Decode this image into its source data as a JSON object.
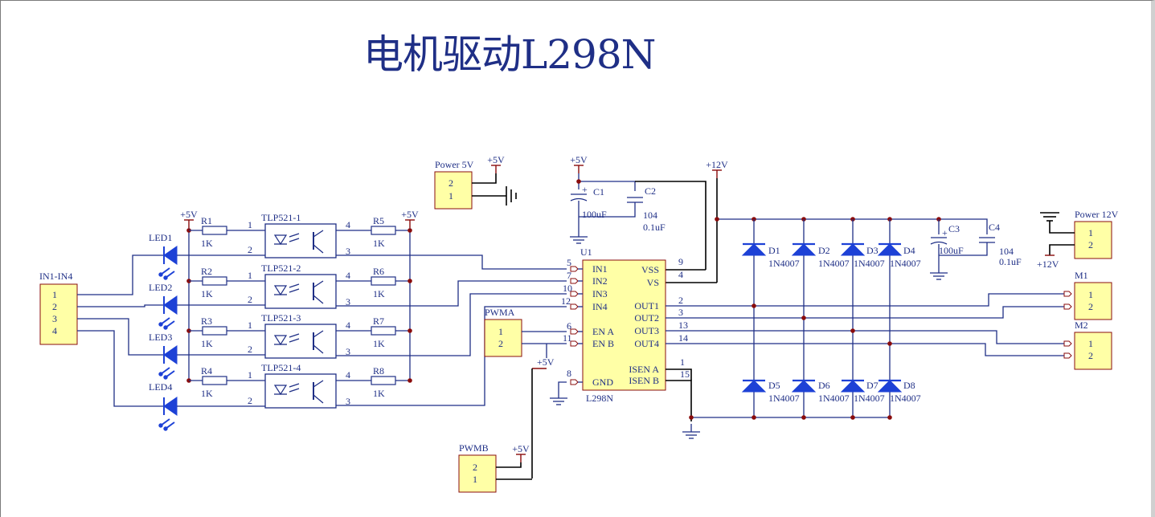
{
  "title": "电机驱动L298N",
  "connectors": {
    "in": {
      "name": "IN1-IN4",
      "pins": [
        "1",
        "2",
        "3",
        "4"
      ]
    },
    "power5v": {
      "name": "Power 5V",
      "pins": [
        "2",
        "1"
      ]
    },
    "power12v": {
      "name": "Power 12V",
      "pins": [
        "1",
        "2"
      ]
    },
    "pwma": {
      "name": "PWMA",
      "pins": [
        "1",
        "2"
      ]
    },
    "pwmb": {
      "name": "PWMB",
      "pins": [
        "2",
        "1"
      ]
    },
    "m1": {
      "name": "M1",
      "pins": [
        "1",
        "2"
      ]
    },
    "m2": {
      "name": "M2",
      "pins": [
        "1",
        "2"
      ]
    }
  },
  "nets": {
    "p5": "+5V",
    "p12": "+12V"
  },
  "leds": [
    "LED1",
    "LED2",
    "LED3",
    "LED4"
  ],
  "resistors_in": [
    {
      "ref": "R1",
      "val": "1K"
    },
    {
      "ref": "R2",
      "val": "1K"
    },
    {
      "ref": "R3",
      "val": "1K"
    },
    {
      "ref": "R4",
      "val": "1K"
    }
  ],
  "resistors_out": [
    {
      "ref": "R5",
      "val": "1K"
    },
    {
      "ref": "R6",
      "val": "1K"
    },
    {
      "ref": "R7",
      "val": "1K"
    },
    {
      "ref": "R8",
      "val": "1K"
    }
  ],
  "optos": [
    "TLP521-1",
    "TLP521-2",
    "TLP521-3",
    "TLP521-4"
  ],
  "opto_pins": {
    "a": "1",
    "k": "2",
    "c": "4",
    "e": "3"
  },
  "caps": {
    "c1": {
      "ref": "C1",
      "val": "100uF"
    },
    "c2": {
      "ref": "C2",
      "val1": "104",
      "val2": "0.1uF"
    },
    "c3": {
      "ref": "C3",
      "val": "100uF"
    },
    "c4": {
      "ref": "C4",
      "val1": "104",
      "val2": "0.1uF"
    }
  },
  "ic": {
    "ref": "U1",
    "part": "L298N",
    "left": [
      {
        "num": "5",
        "name": "IN1"
      },
      {
        "num": "7",
        "name": "IN2"
      },
      {
        "num": "10",
        "name": "IN3"
      },
      {
        "num": "12",
        "name": "IN4"
      },
      {
        "num": "6",
        "name": "EN A"
      },
      {
        "num": "11",
        "name": "EN B"
      },
      {
        "num": "8",
        "name": "GND"
      }
    ],
    "right": [
      {
        "num": "9",
        "name": "VSS"
      },
      {
        "num": "4",
        "name": "VS"
      },
      {
        "num": "2",
        "name": "OUT1"
      },
      {
        "num": "3",
        "name": "OUT2"
      },
      {
        "num": "13",
        "name": "OUT3"
      },
      {
        "num": "14",
        "name": "OUT4"
      },
      {
        "num": "1",
        "name": "ISEN A"
      },
      {
        "num": "15",
        "name": "ISEN B"
      }
    ]
  },
  "diodes_top": [
    {
      "ref": "D1",
      "part": "1N4007"
    },
    {
      "ref": "D2",
      "part": "1N4007"
    },
    {
      "ref": "D3",
      "part": "1N4007"
    },
    {
      "ref": "D4",
      "part": "1N4007"
    }
  ],
  "diodes_bot": [
    {
      "ref": "D5",
      "part": "1N4007"
    },
    {
      "ref": "D6",
      "part": "1N4007"
    },
    {
      "ref": "D7",
      "part": "1N4007"
    },
    {
      "ref": "D8",
      "part": "1N4007"
    }
  ]
}
